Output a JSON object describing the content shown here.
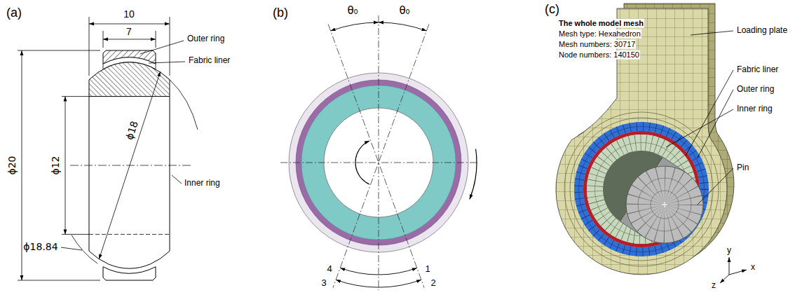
{
  "diagram": {
    "labels": [
      "(a)",
      "10",
      "7",
      "Outer ring",
      "Fabric liner",
      "ϕ20",
      "ϕ12",
      "ϕ18",
      "ϕ18.84",
      "Inner ring",
      "(b)",
      "θ₀",
      "θ₀",
      "1",
      "2",
      "3",
      "4",
      "(c)",
      "The whole model mesh",
      "Mesh type: Hexahedron",
      "Mesh numbers: 30717",
      "Node numbers: 140150",
      "Loading plate",
      "Fabric liner",
      "Outer ring",
      "Inner ring",
      "Pin",
      "y",
      "x",
      "z"
    ]
  }
}
